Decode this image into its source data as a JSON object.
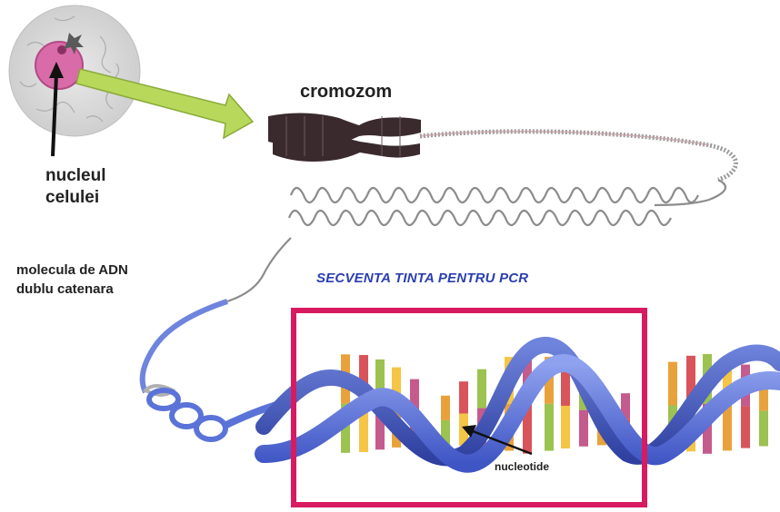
{
  "labels": {
    "nucleus_line1": "nucleul",
    "nucleus_line2": "celulei",
    "chromosome": "cromozom",
    "dna_line1": "molecula de ADN",
    "dna_line2": "dublu catenara",
    "pcr_target": "SECVENTA TINTA PENTRU PCR",
    "nucleotide": "nucleotide"
  },
  "colors": {
    "pcr_box": "#d81b60",
    "pcr_text": "#2a3fb0",
    "helix_ribbon": "#5b73d8",
    "nucleus": "#d86ba8",
    "arrow": "#b7d85a",
    "chromosome": "#3a2a2e",
    "base_pairs": [
      "#e9a23b",
      "#d9545a",
      "#9cc250",
      "#f5c545",
      "#c45b8c"
    ]
  },
  "icons": [
    "cell-icon",
    "chromosome-icon",
    "pointer-arrow-icon"
  ]
}
